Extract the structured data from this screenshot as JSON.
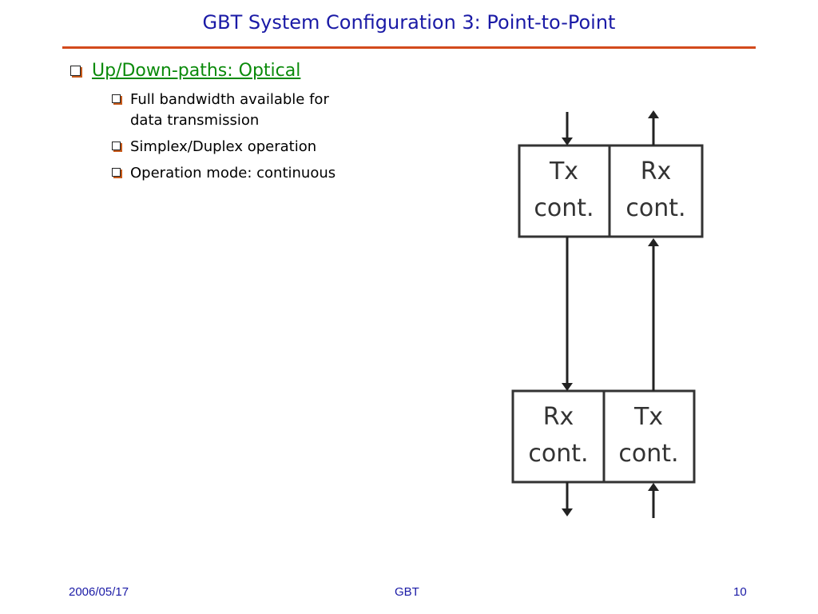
{
  "slide": {
    "title": "GBT System Configuration 3: Point-to-Point",
    "bullet": "Up/Down-paths: Optical",
    "sub_bullets": [
      "Full bandwidth available for\ndata transmission",
      "Simplex/Duplex operation",
      "Operation mode: continuous"
    ]
  },
  "diagram": {
    "top_left": {
      "line1": "Tx",
      "line2": "cont."
    },
    "top_right": {
      "line1": "Rx",
      "line2": "cont."
    },
    "bottom_left": {
      "line1": "Rx",
      "line2": "cont."
    },
    "bottom_right": {
      "line1": "Tx",
      "line2": "cont."
    }
  },
  "footer": {
    "date": "2006/05/17",
    "center": "GBT",
    "page": "10"
  },
  "colors": {
    "title": "#1a1aa6",
    "rule": "#d24a1c",
    "bullet_text": "#0a8a0a"
  }
}
